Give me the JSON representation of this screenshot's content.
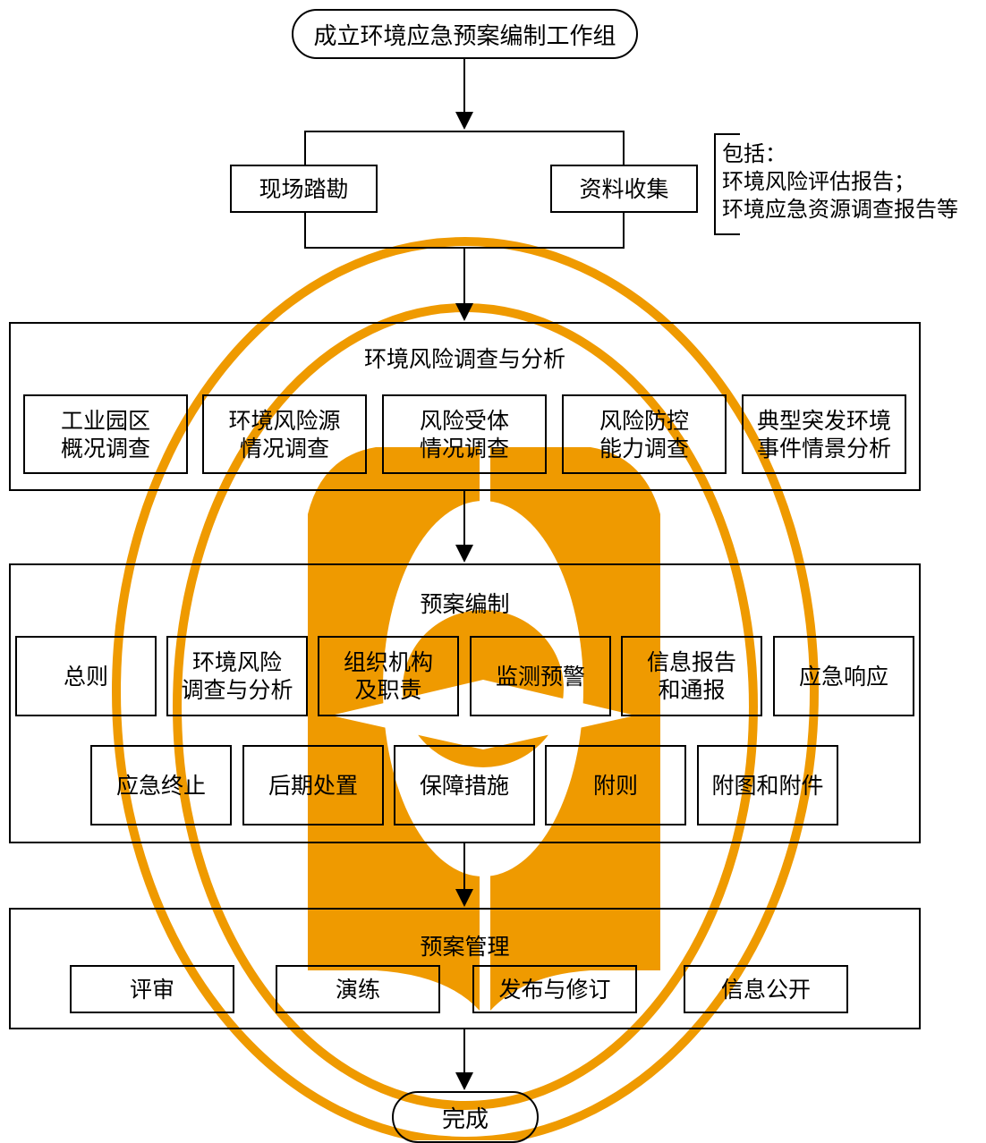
{
  "start": "成立环境应急预案编制工作组",
  "step1": {
    "left": "现场踏勘",
    "right": "资料收集"
  },
  "note": "包括：\n环境风险评估报告；\n环境应急资源调查报告等",
  "risk": {
    "title": "环境风险调查与分析",
    "items": [
      "工业园区\n概况调查",
      "环境风险源\n情况调查",
      "风险受体\n情况调查",
      "风险防控\n能力调查",
      "典型突发环境\n事件情景分析"
    ]
  },
  "plan": {
    "title": "预案编制",
    "row1": [
      "总则",
      "环境风险\n调查与分析",
      "组织机构\n及职责",
      "监测预警",
      "信息报告\n和通报",
      "应急响应"
    ],
    "row2": [
      "应急终止",
      "后期处置",
      "保障措施",
      "附则",
      "附图和附件"
    ]
  },
  "mgmt": {
    "title": "预案管理",
    "items": [
      "评审",
      "演练",
      "发布与修订",
      "信息公开"
    ]
  },
  "end": "完成",
  "colors": {
    "watermark": "#ef9a00",
    "line": "#000000"
  }
}
